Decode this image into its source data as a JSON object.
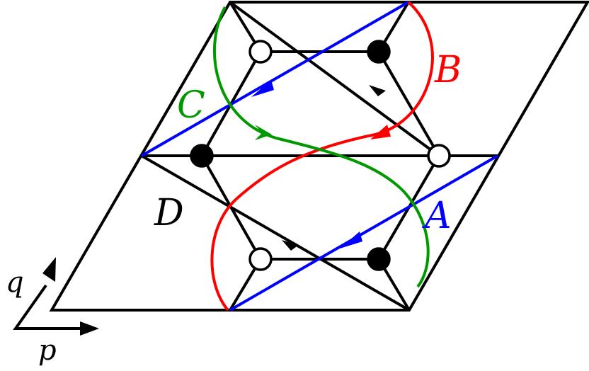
{
  "labels": {
    "A": "A",
    "B": "B",
    "C": "C",
    "D": "D",
    "p": "p",
    "q": "q"
  },
  "colors": {
    "black": "#000000",
    "blue": "#0000ff",
    "red": "#ff0000",
    "green": "#009900",
    "white": "#ffffff"
  }
}
